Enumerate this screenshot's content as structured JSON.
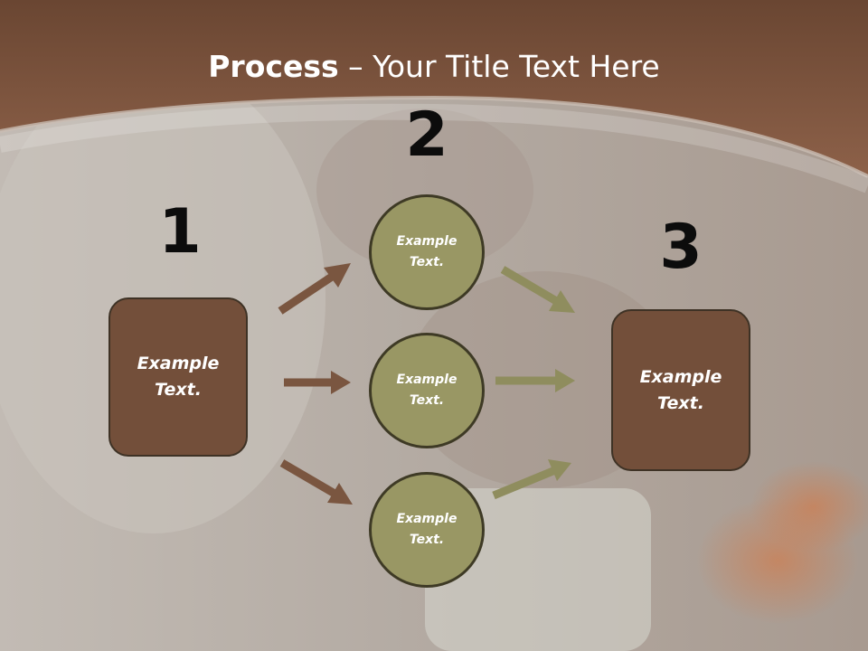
{
  "title": {
    "bold": "Process",
    "rest": " – Your Title Text Here"
  },
  "steps": {
    "n1": "1",
    "n2": "2",
    "n3": "3"
  },
  "left_box": {
    "text": "Example\nText."
  },
  "right_box": {
    "text": "Example\nText."
  },
  "circles": [
    {
      "text": "Example\nText."
    },
    {
      "text": "Example\nText."
    },
    {
      "text": "Example\nText."
    }
  ],
  "colors": {
    "brown": "#734f3a",
    "olive": "#999764",
    "brown_arrow": "#7a5640",
    "olive_arrow": "#8f8d5e"
  }
}
